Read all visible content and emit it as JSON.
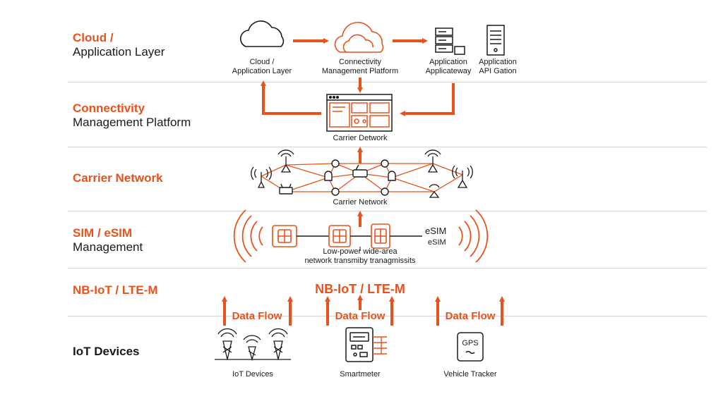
{
  "layers": {
    "cloud": {
      "accent": "Cloud /",
      "plain": "Application Layer"
    },
    "cmp": {
      "accent": "Connectivity",
      "plain": "Management Platform"
    },
    "carrier": {
      "accent": "Carrier Network"
    },
    "sim": {
      "accent": "SIM / eSIM",
      "plain": "Management"
    },
    "nbiot": {
      "accent": "NB-IoT / LTE-M"
    },
    "iot": {
      "label": "IoT Devices"
    }
  },
  "cloud_row": {
    "cloud_cap1": "Cloud /",
    "cloud_cap2": "Application Layer",
    "cmp_cap1": "Connectivity",
    "cmp_cap2": "Management Platform",
    "gw_cap1": "Application",
    "gw_cap2": "Applicateway",
    "api_cap1": "Application",
    "api_cap2": "API Gation"
  },
  "cmp_row": {
    "caption": "Carrier Detwork"
  },
  "carrier_row": {
    "caption": "Carrier Network"
  },
  "sim_row": {
    "esim1": "eSIM",
    "esim2": "eSIM",
    "cap1": "Low-power wide-area",
    "cap2": "network transmiby tranagmissits"
  },
  "nbiot_row": {
    "center_label": "NB-IoT / LTE-M"
  },
  "flow_row": {
    "flow1": "Data Flow",
    "flow2": "Data Flow",
    "flow3": "Data Flow"
  },
  "devices": {
    "iot_cap": "IoT Devices",
    "meter_cap": "Smartmeter",
    "tracker_cap": "Vehicle Tracker",
    "gps_text": "GPS"
  },
  "colors": {
    "accent": "#e8521c",
    "ink": "#1a1a1a",
    "divider": "#d4d4d4"
  }
}
